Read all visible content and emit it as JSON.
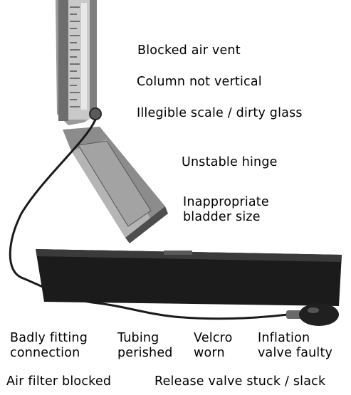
{
  "labels": {
    "blocked_air_vent": "Blocked air vent",
    "column_not_vertical": "Column not vertical",
    "illegible_scale": "Illegible scale / dirty glass",
    "unstable_hinge": "Unstable hinge",
    "bladder_size_line1": "Inappropriate",
    "bladder_size_line2": "bladder size",
    "badly_fitting_line1": "Badly fitting",
    "badly_fitting_line2": "connection",
    "tubing_line1": "Tubing",
    "tubing_line2": "perished",
    "velcro_line1": "Velcro",
    "velcro_line2": "worn",
    "inflation_line1": "Inflation",
    "inflation_line2": "valve faulty",
    "air_filter": "Air filter blocked",
    "release_valve": "Release valve stuck / slack"
  }
}
